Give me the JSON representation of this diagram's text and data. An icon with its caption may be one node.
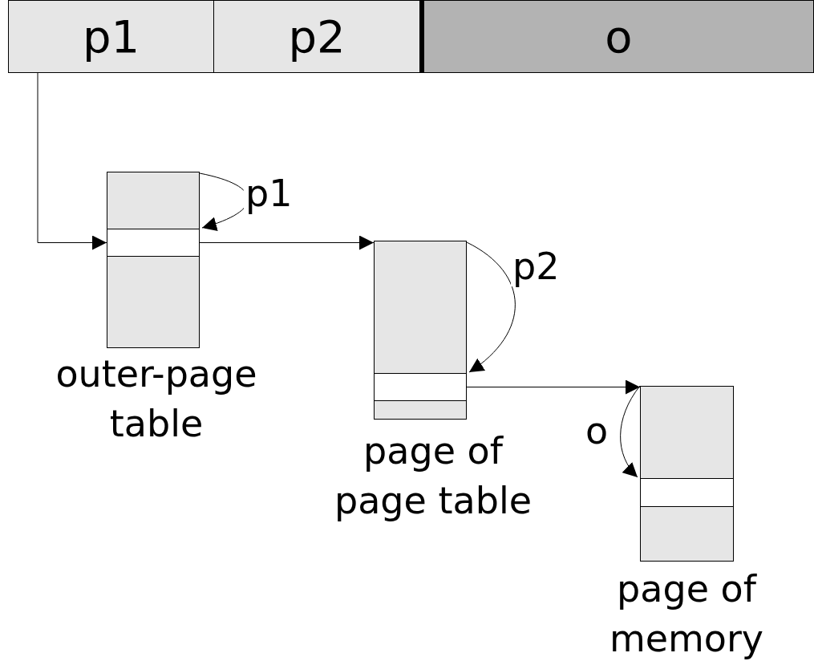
{
  "diagram": {
    "nodes": [
      {
        "text": [
          "p1"
        ]
      },
      {
        "text": [
          "p2"
        ]
      },
      {
        "text": [
          "o"
        ]
      },
      {
        "text": [
          "outer-page table"
        ]
      },
      {
        "text": [],
        "shape": "box",
        "in": 3
      },
      {
        "text": [
          "page of page table"
        ]
      },
      {
        "text": [],
        "shape": "box",
        "in": 5
      },
      {
        "text": [
          "page of memory"
        ]
      },
      {
        "text": [],
        "shape": "box",
        "in": 7
      }
    ],
    "edges": [
      {
        "from": 0,
        "to": 4,
        "arrow": "to"
      },
      {
        "from": 4,
        "to": 5,
        "arrow": "to"
      },
      {
        "from": 6,
        "to": 7,
        "arrow": "to"
      },
      {
        "from": 3,
        "to": 4,
        "arrow": "to",
        "label": "p1"
      },
      {
        "from": 5,
        "to": 6,
        "arrow": "to",
        "label": "p2"
      },
      {
        "from": 7,
        "to": 8,
        "arrow": "to",
        "label": "o"
      }
    ]
  }
}
